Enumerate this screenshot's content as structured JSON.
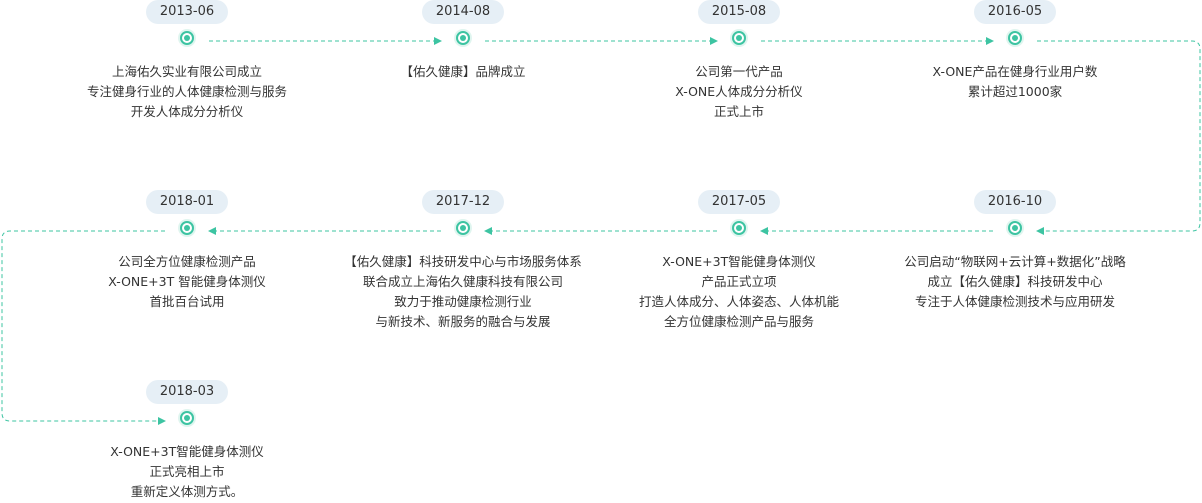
{
  "colors": {
    "accent": "#3dc4a2",
    "badge_background": "#e6eff6",
    "text": "#333333"
  },
  "milestones": [
    {
      "date": "2013-06",
      "lines": [
        "上海佑久实业有限公司成立",
        "专注健身行业的人体健康检测与服务",
        "开发人体成分分析仪"
      ]
    },
    {
      "date": "2014-08",
      "lines": [
        "【佑久健康】品牌成立"
      ]
    },
    {
      "date": "2015-08",
      "lines": [
        "公司第一代产品",
        "X-ONE人体成分分析仪",
        "正式上市"
      ]
    },
    {
      "date": "2016-05",
      "lines": [
        "X-ONE产品在健身行业用户数",
        "累计超过1000家"
      ]
    },
    {
      "date": "2016-10",
      "lines": [
        "公司启动“物联网+云计算+数据化”战略",
        "成立【佑久健康】科技研发中心",
        "专注于人体健康检测技术与应用研发"
      ]
    },
    {
      "date": "2017-05",
      "lines": [
        "X-ONE+3T智能健身体测仪",
        "产品正式立项",
        "打造人体成分、人体姿态、人体机能",
        "全方位健康检测产品与服务"
      ]
    },
    {
      "date": "2017-12",
      "lines": [
        "【佑久健康】科技研发中心与市场服务体系",
        "联合成立上海佑久健康科技有限公司",
        "致力于推动健康检测行业",
        "与新技术、新服务的融合与发展"
      ]
    },
    {
      "date": "2018-01",
      "lines": [
        "公司全方位健康检测产品",
        "X-ONE+3T 智能健身体测仪",
        "首批百台试用"
      ]
    },
    {
      "date": "2018-03",
      "lines": [
        "X-ONE+3T智能健身体测仪",
        "正式亮相上市",
        "重新定义体测方式。"
      ]
    }
  ]
}
